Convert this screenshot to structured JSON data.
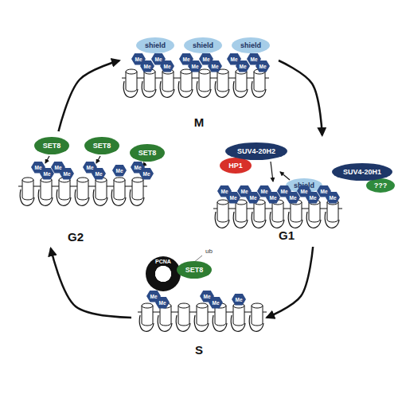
{
  "diagram": {
    "nodes": [
      {
        "text": [
          "M"
        ]
      },
      {
        "text": [
          "shield"
        ],
        "in": 0
      },
      {
        "text": [
          "shield"
        ],
        "in": 0
      },
      {
        "text": [
          "shield"
        ],
        "in": 0
      },
      {
        "text": [
          "G1"
        ]
      },
      {
        "text": [
          "SUV4-20H2"
        ],
        "in": 4
      },
      {
        "text": [
          "HP1"
        ],
        "in": 4
      },
      {
        "text": [
          "shield"
        ],
        "in": 4
      },
      {
        "text": [
          "SUV4-20H1"
        ],
        "in": 4
      },
      {
        "text": [
          "???"
        ],
        "in": 4
      },
      {
        "text": [
          "S"
        ]
      },
      {
        "text": [
          "PCNA"
        ],
        "in": 10
      },
      {
        "text": [
          "SET8"
        ],
        "in": 10
      },
      {
        "text": [
          "G2"
        ]
      },
      {
        "text": [
          "SET8"
        ],
        "in": 13
      },
      {
        "text": [
          "SET8"
        ],
        "in": 13
      },
      {
        "text": [
          "SET8"
        ],
        "in": 13
      }
    ],
    "edges": [
      {
        "from": 0,
        "to": 4,
        "arrow": "to"
      },
      {
        "from": 4,
        "to": 10,
        "arrow": "to"
      },
      {
        "from": 10,
        "to": 13,
        "arrow": "to"
      },
      {
        "from": 13,
        "to": 0,
        "arrow": "to"
      }
    ],
    "labels": [
      "ub",
      "Me",
      "Me",
      "Me",
      "Me",
      "Me",
      "Me",
      "Me",
      "Me",
      "Me",
      "Me",
      "Me",
      "Me",
      "Me",
      "Me",
      "Me",
      "Me",
      "Me",
      "Me",
      "Me",
      "Me",
      "Me",
      "Me",
      "Me",
      "Me",
      "Me",
      "Me",
      "Me",
      "Me",
      "Me",
      "Me",
      "Me",
      "Me",
      "Me",
      "Me",
      "Me",
      "Me",
      "Me",
      "Me"
    ]
  }
}
